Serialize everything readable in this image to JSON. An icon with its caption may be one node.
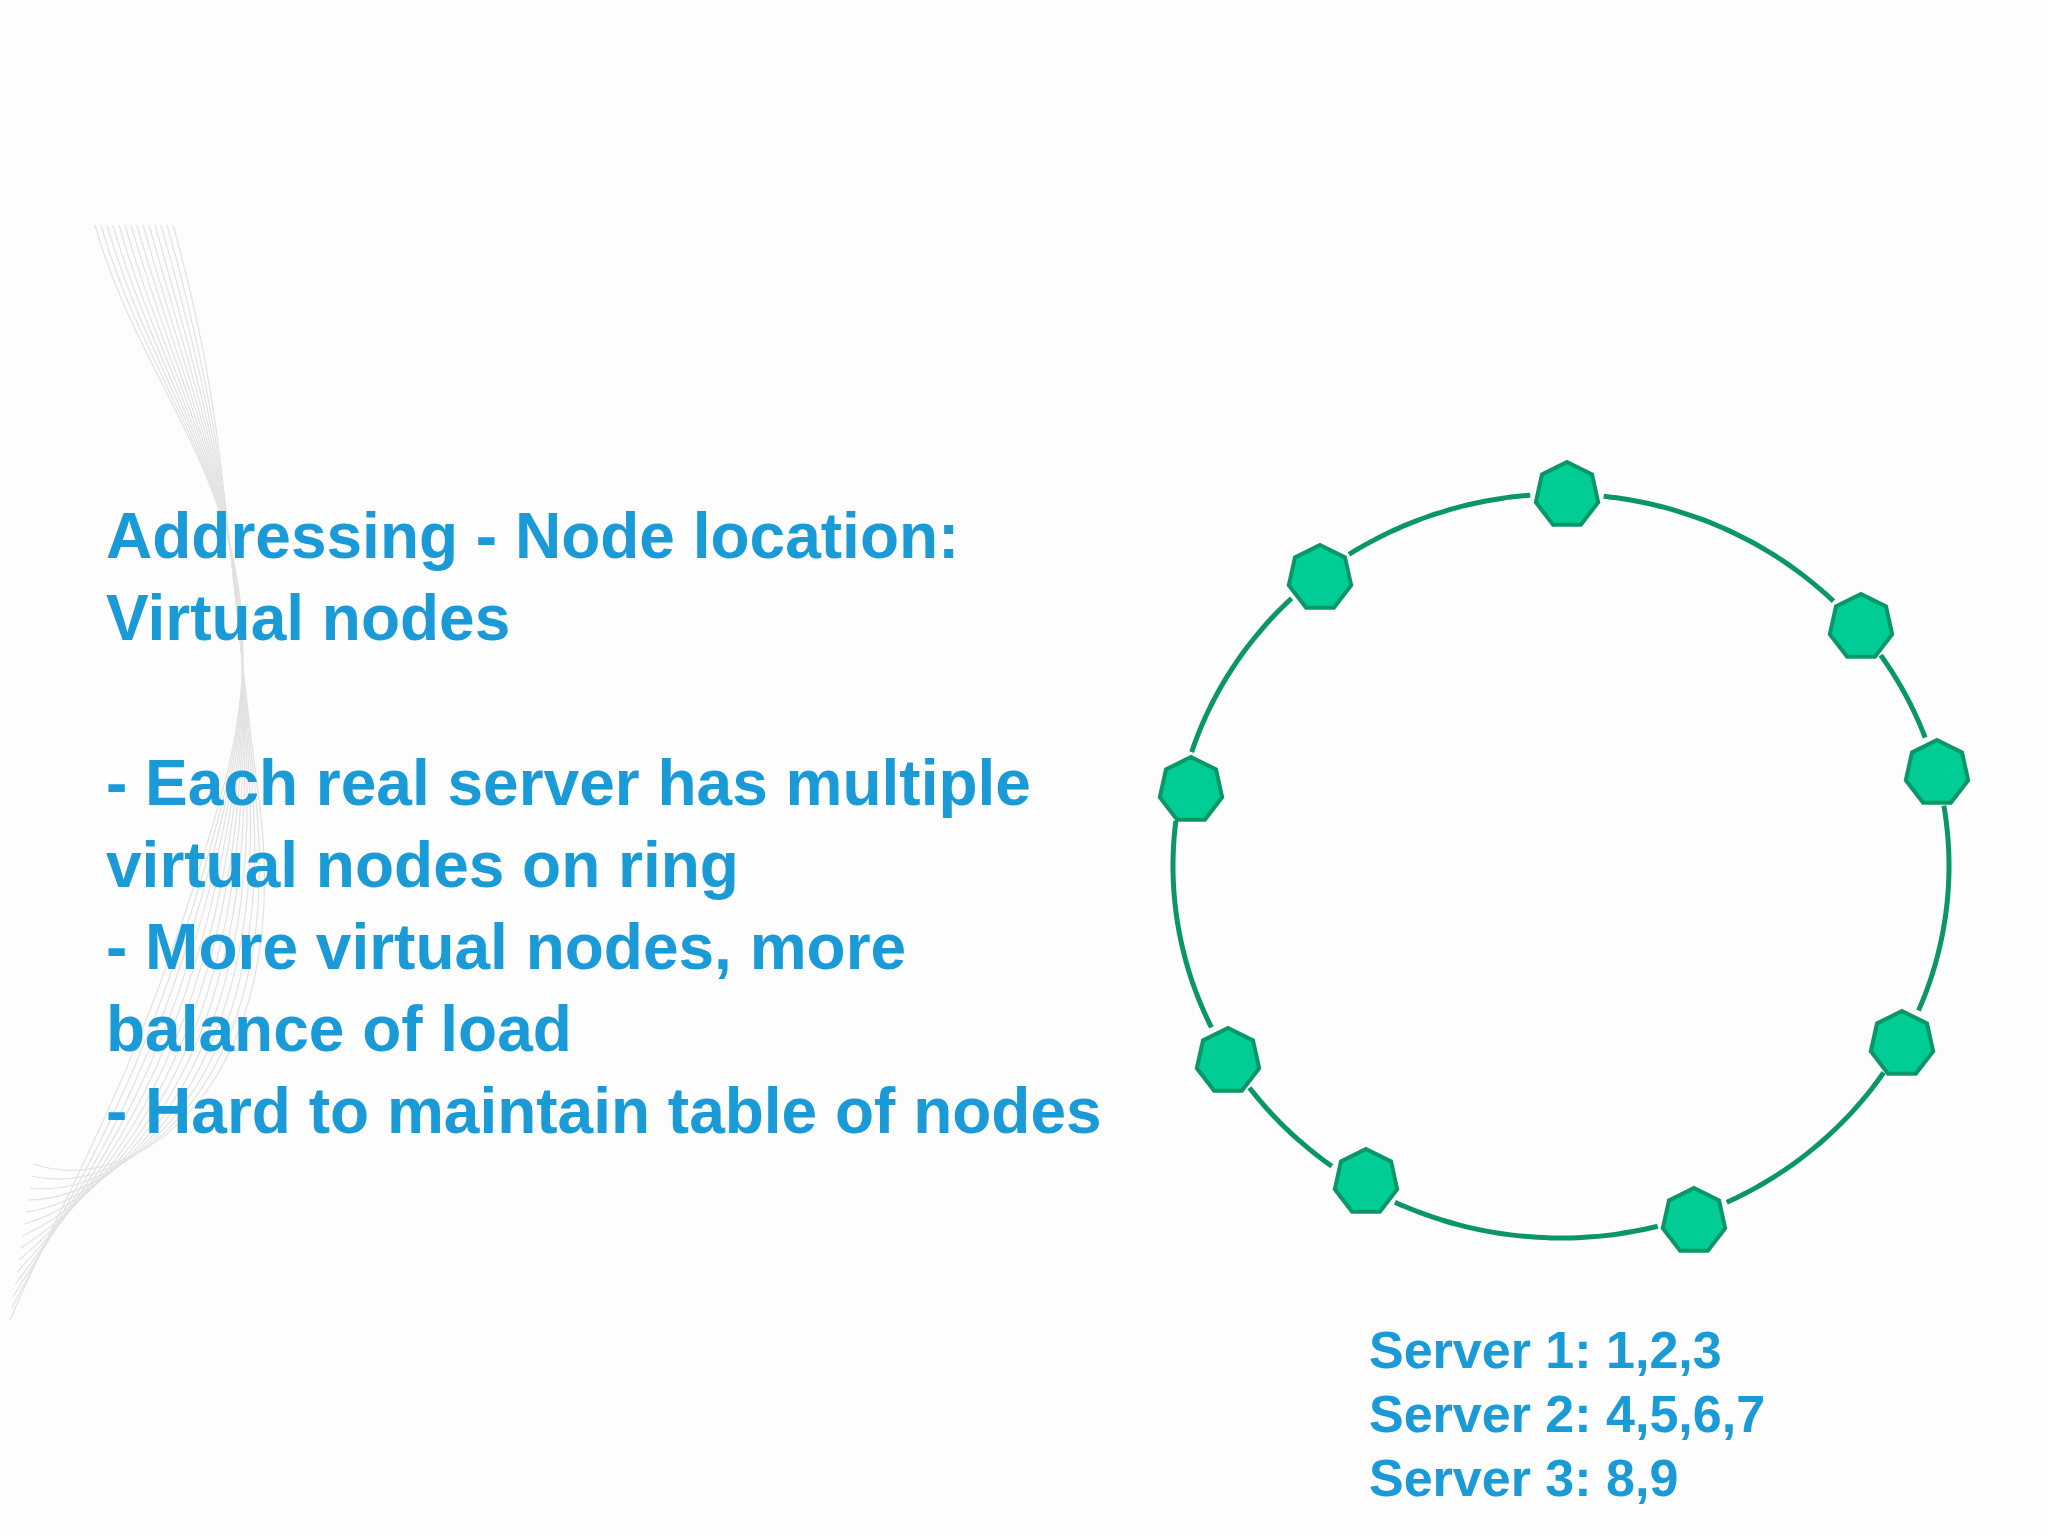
{
  "diagram": {
    "title": "Addressing - Node location: Virtual nodes",
    "nodes": [
      {
        "text": [],
        "shape": "heptagon"
      },
      {
        "text": [],
        "shape": "heptagon"
      },
      {
        "text": [],
        "shape": "heptagon"
      },
      {
        "text": [],
        "shape": "heptagon"
      },
      {
        "text": [],
        "shape": "heptagon"
      },
      {
        "text": [],
        "shape": "heptagon"
      },
      {
        "text": [],
        "shape": "heptagon"
      },
      {
        "text": [],
        "shape": "heptagon"
      },
      {
        "text": [],
        "shape": "heptagon"
      }
    ],
    "edges": [
      {
        "from": 0,
        "to": 2,
        "arrow": "none"
      },
      {
        "from": 2,
        "to": 3,
        "arrow": "none"
      },
      {
        "from": 3,
        "to": 5,
        "arrow": "none"
      },
      {
        "from": 5,
        "to": 8,
        "arrow": "none"
      },
      {
        "from": 8,
        "to": 7,
        "arrow": "none"
      },
      {
        "from": 7,
        "to": 6,
        "arrow": "none"
      },
      {
        "from": 6,
        "to": 4,
        "arrow": "none"
      },
      {
        "from": 4,
        "to": 1,
        "arrow": "none"
      },
      {
        "from": 1,
        "to": 0,
        "arrow": "none"
      }
    ],
    "labels": [
      "- Each real server has multiple virtual nodes on ring",
      "- More virtual nodes, more balance of load",
      "- Hard to maintain table of nodes",
      "Server 1: 1,2,3",
      "Server 2: 4,5,6,7",
      "Server 3: 8,9"
    ]
  }
}
